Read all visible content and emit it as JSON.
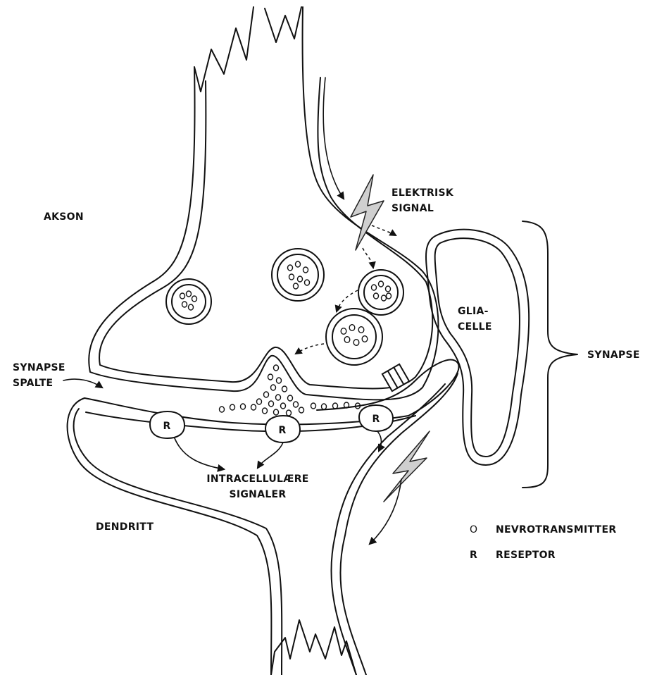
{
  "labels": {
    "akson": "AKSON",
    "elektrisk_line1": "ELEKTRISK",
    "elektrisk_line2": "SIGNAL",
    "glia_line1": "GLIA-",
    "glia_line2": "CELLE",
    "synapse": "SYNAPSE",
    "spalte_line1": "SYNAPSE",
    "spalte_line2": "SPALTE",
    "intra_line1": "INTRACELLULÆRE",
    "intra_line2": "SIGNALER",
    "dendritt": "DENDRITT"
  },
  "receptor_letter": "R",
  "legend": [
    {
      "symbol": "O",
      "label": "NEVROTRANSMITTER"
    },
    {
      "symbol": "R",
      "label": "RESEPTOR"
    }
  ],
  "colors": {
    "line": "#111111",
    "bolt_fill": "#cfcfcf",
    "background": "#ffffff"
  }
}
